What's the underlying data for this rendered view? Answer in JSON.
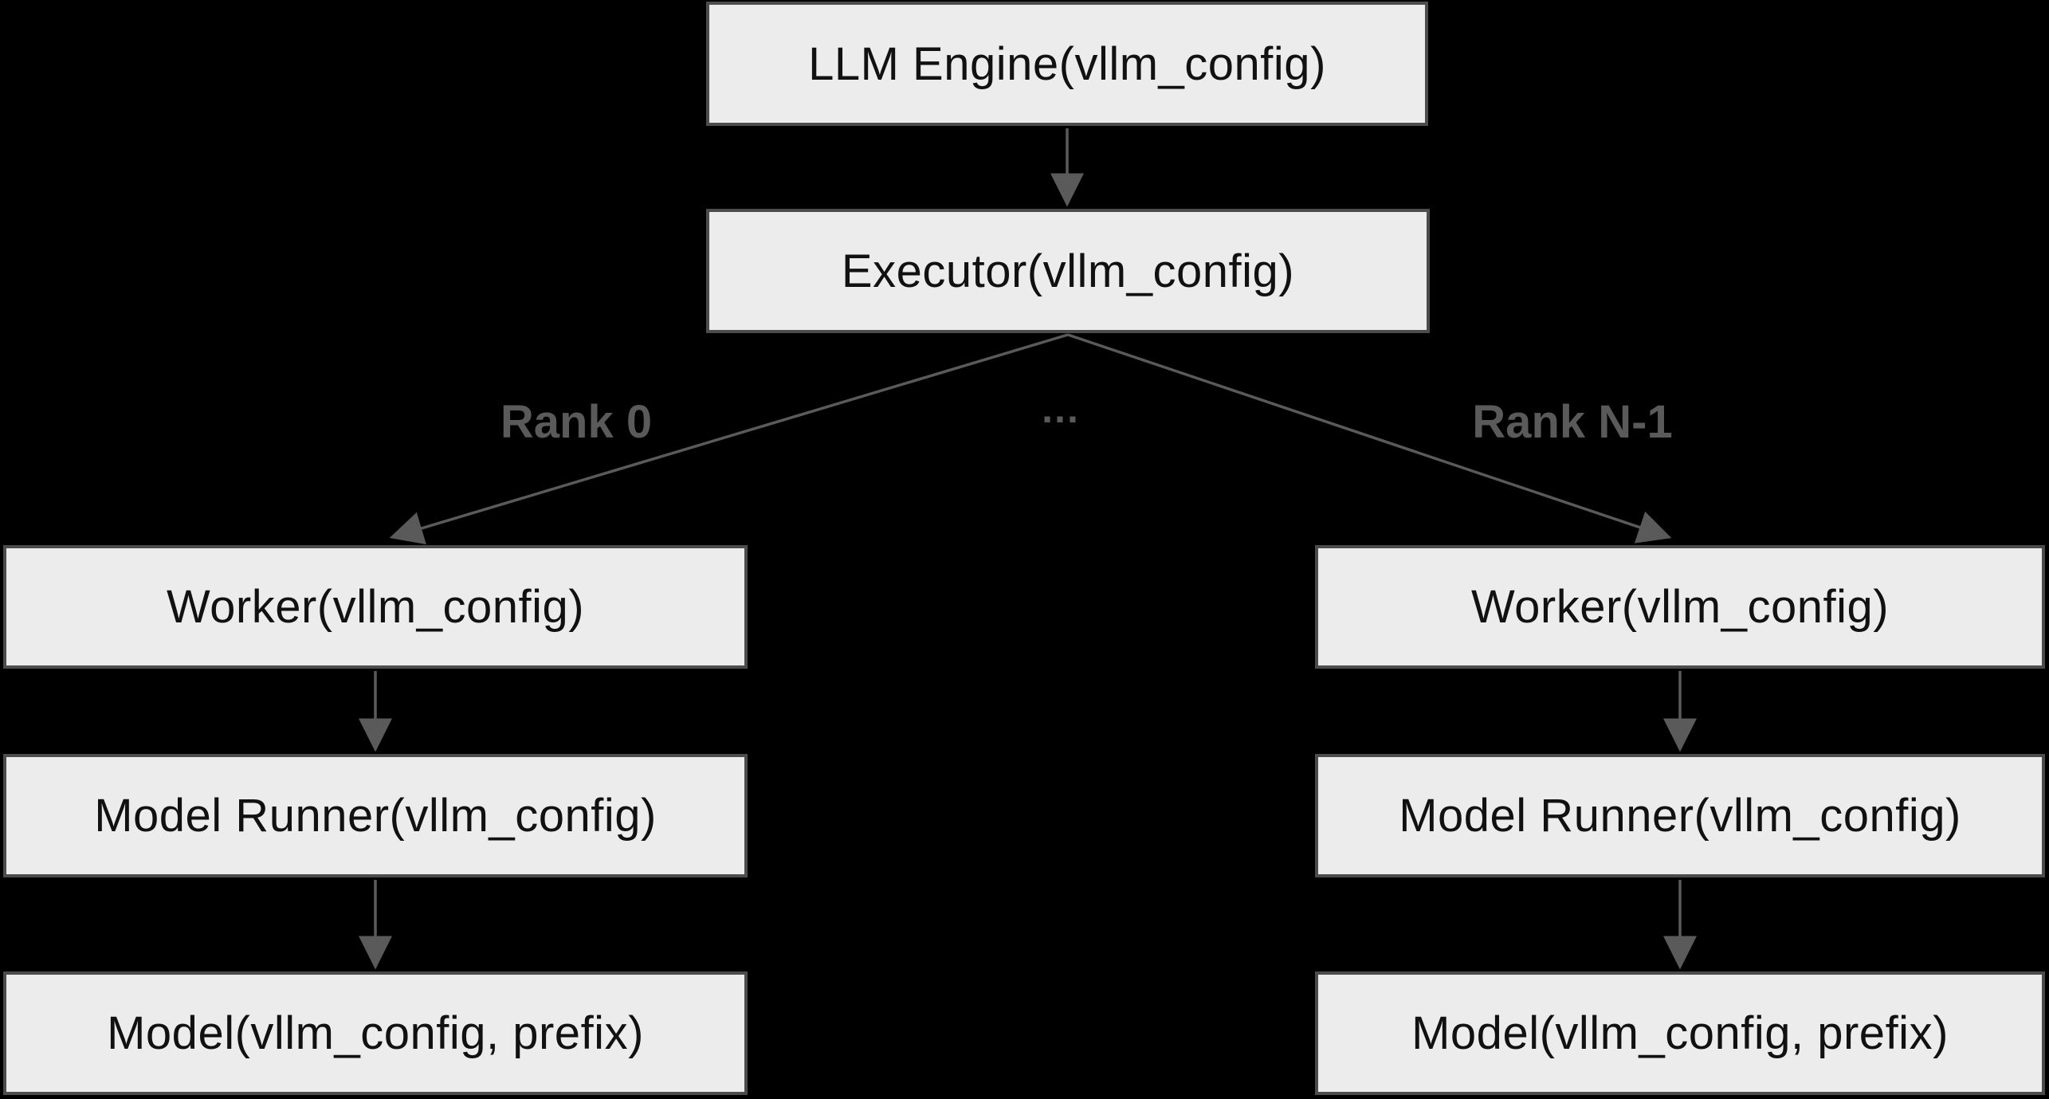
{
  "diagram": {
    "title": "vLLM engine-executor-worker flowchart",
    "colors": {
      "background": "#000000",
      "node_fill": "#ececec",
      "node_border": "#4c4c4c",
      "node_text": "#111111",
      "edge_stroke": "#5a5a5a",
      "edge_label_text": "#5a5a5a"
    },
    "nodes": {
      "llm_engine": {
        "label": "LLM Engine(vllm_config)"
      },
      "executor": {
        "label": "Executor(vllm_config)"
      },
      "worker_left": {
        "label": "Worker(vllm_config)"
      },
      "model_runner_left": {
        "label": "Model Runner(vllm_config)"
      },
      "model_left": {
        "label": "Model(vllm_config, prefix)"
      },
      "worker_right": {
        "label": "Worker(vllm_config)"
      },
      "model_runner_right": {
        "label": "Model Runner(vllm_config)"
      },
      "model_right": {
        "label": "Model(vllm_config, prefix)"
      }
    },
    "edge_labels": {
      "rank0": "Rank 0",
      "ellipsis": "...",
      "rank_n1": "Rank N-1"
    }
  }
}
